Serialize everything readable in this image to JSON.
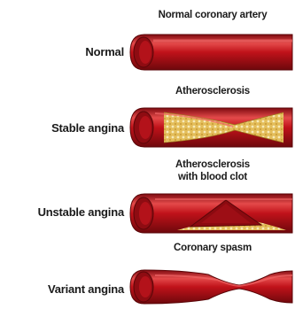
{
  "colors": {
    "wall_dark": "#8e0c12",
    "wall": "#c8141b",
    "lumen": "#b3121a",
    "highlight": "#f06565",
    "plaque": "#e6c467",
    "plaque_spot": "#f7eab8",
    "clot": "#8b0a10"
  },
  "rows": [
    {
      "caption": "Normal coronary artery",
      "label": "Normal"
    },
    {
      "caption": "Atherosclerosis",
      "label": "Stable angina"
    },
    {
      "caption": "Atherosclerosis\nwith blood clot",
      "label": "Unstable angina"
    },
    {
      "caption": "Coronary spasm",
      "label": "Variant angina"
    }
  ]
}
